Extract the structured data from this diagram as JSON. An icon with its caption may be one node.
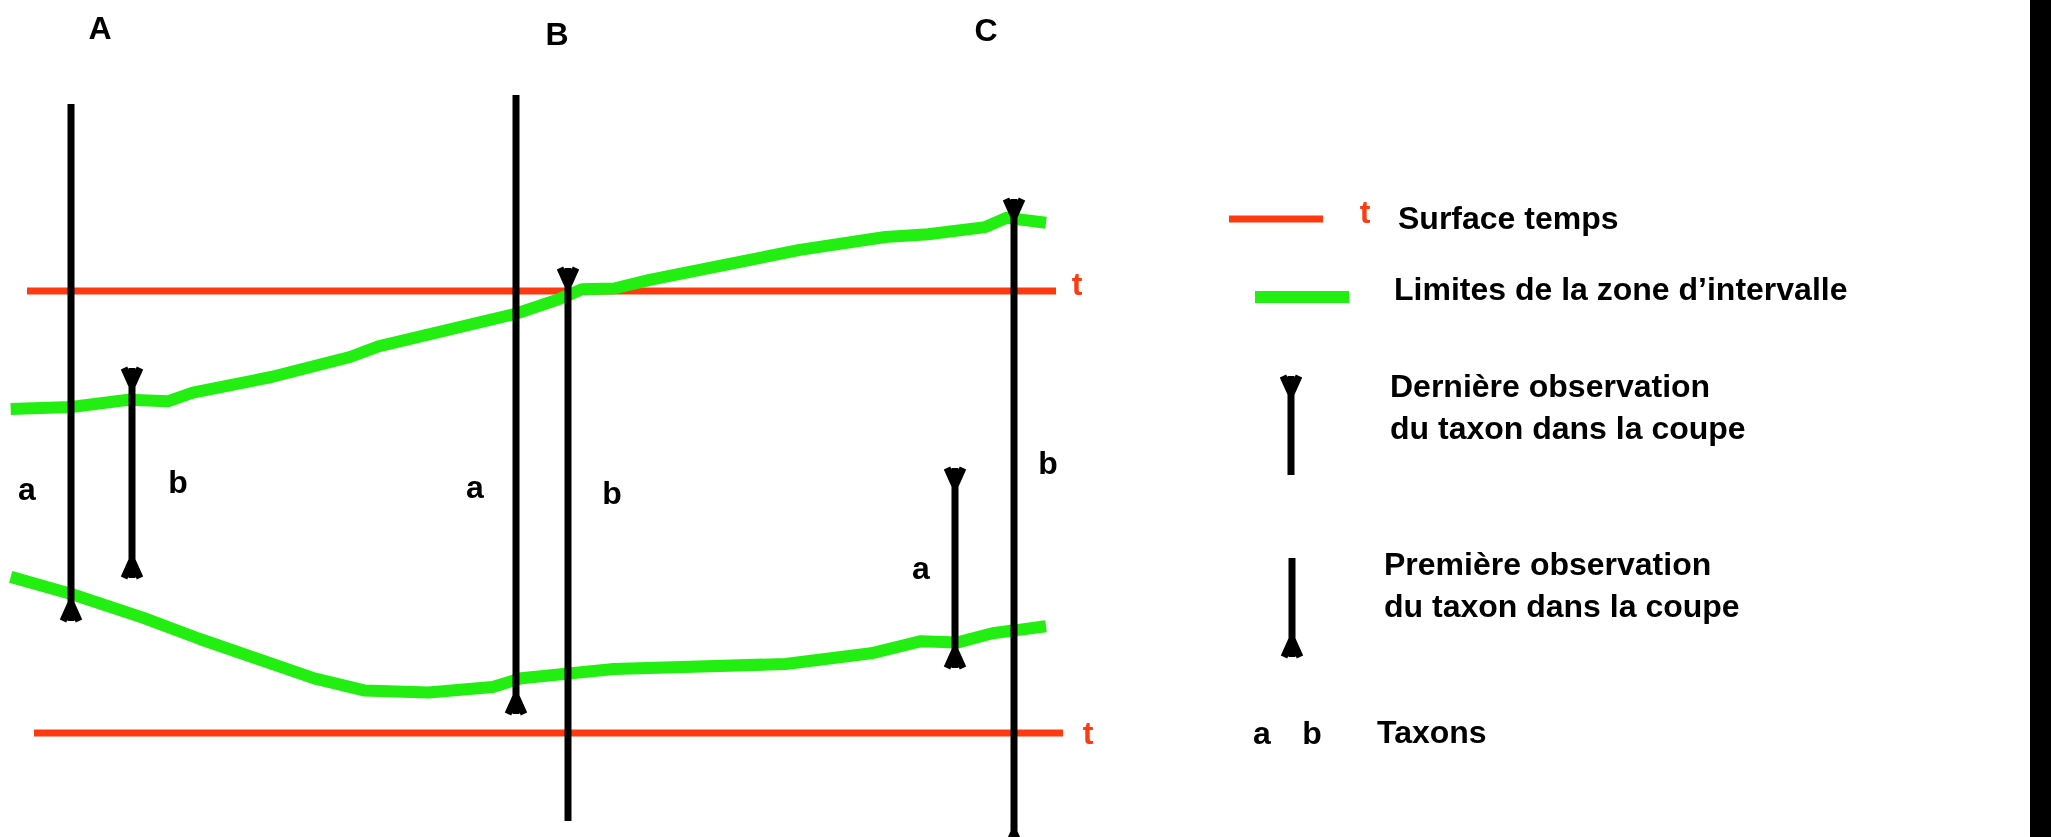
{
  "diagram": {
    "labels": [
      "A",
      "B",
      "C",
      "t",
      "a",
      "b",
      "a",
      "b",
      "b",
      "a",
      "t",
      "t",
      "a",
      "b"
    ],
    "legend": [
      {
        "text": "Surface temps"
      },
      {
        "text": "Limites de la zone d’intervalle"
      },
      {
        "text": "Dernière observation du taxon dans la coupe"
      },
      {
        "text": "Première observation du taxon dans la coupe"
      },
      {
        "text": "Taxons"
      }
    ]
  }
}
